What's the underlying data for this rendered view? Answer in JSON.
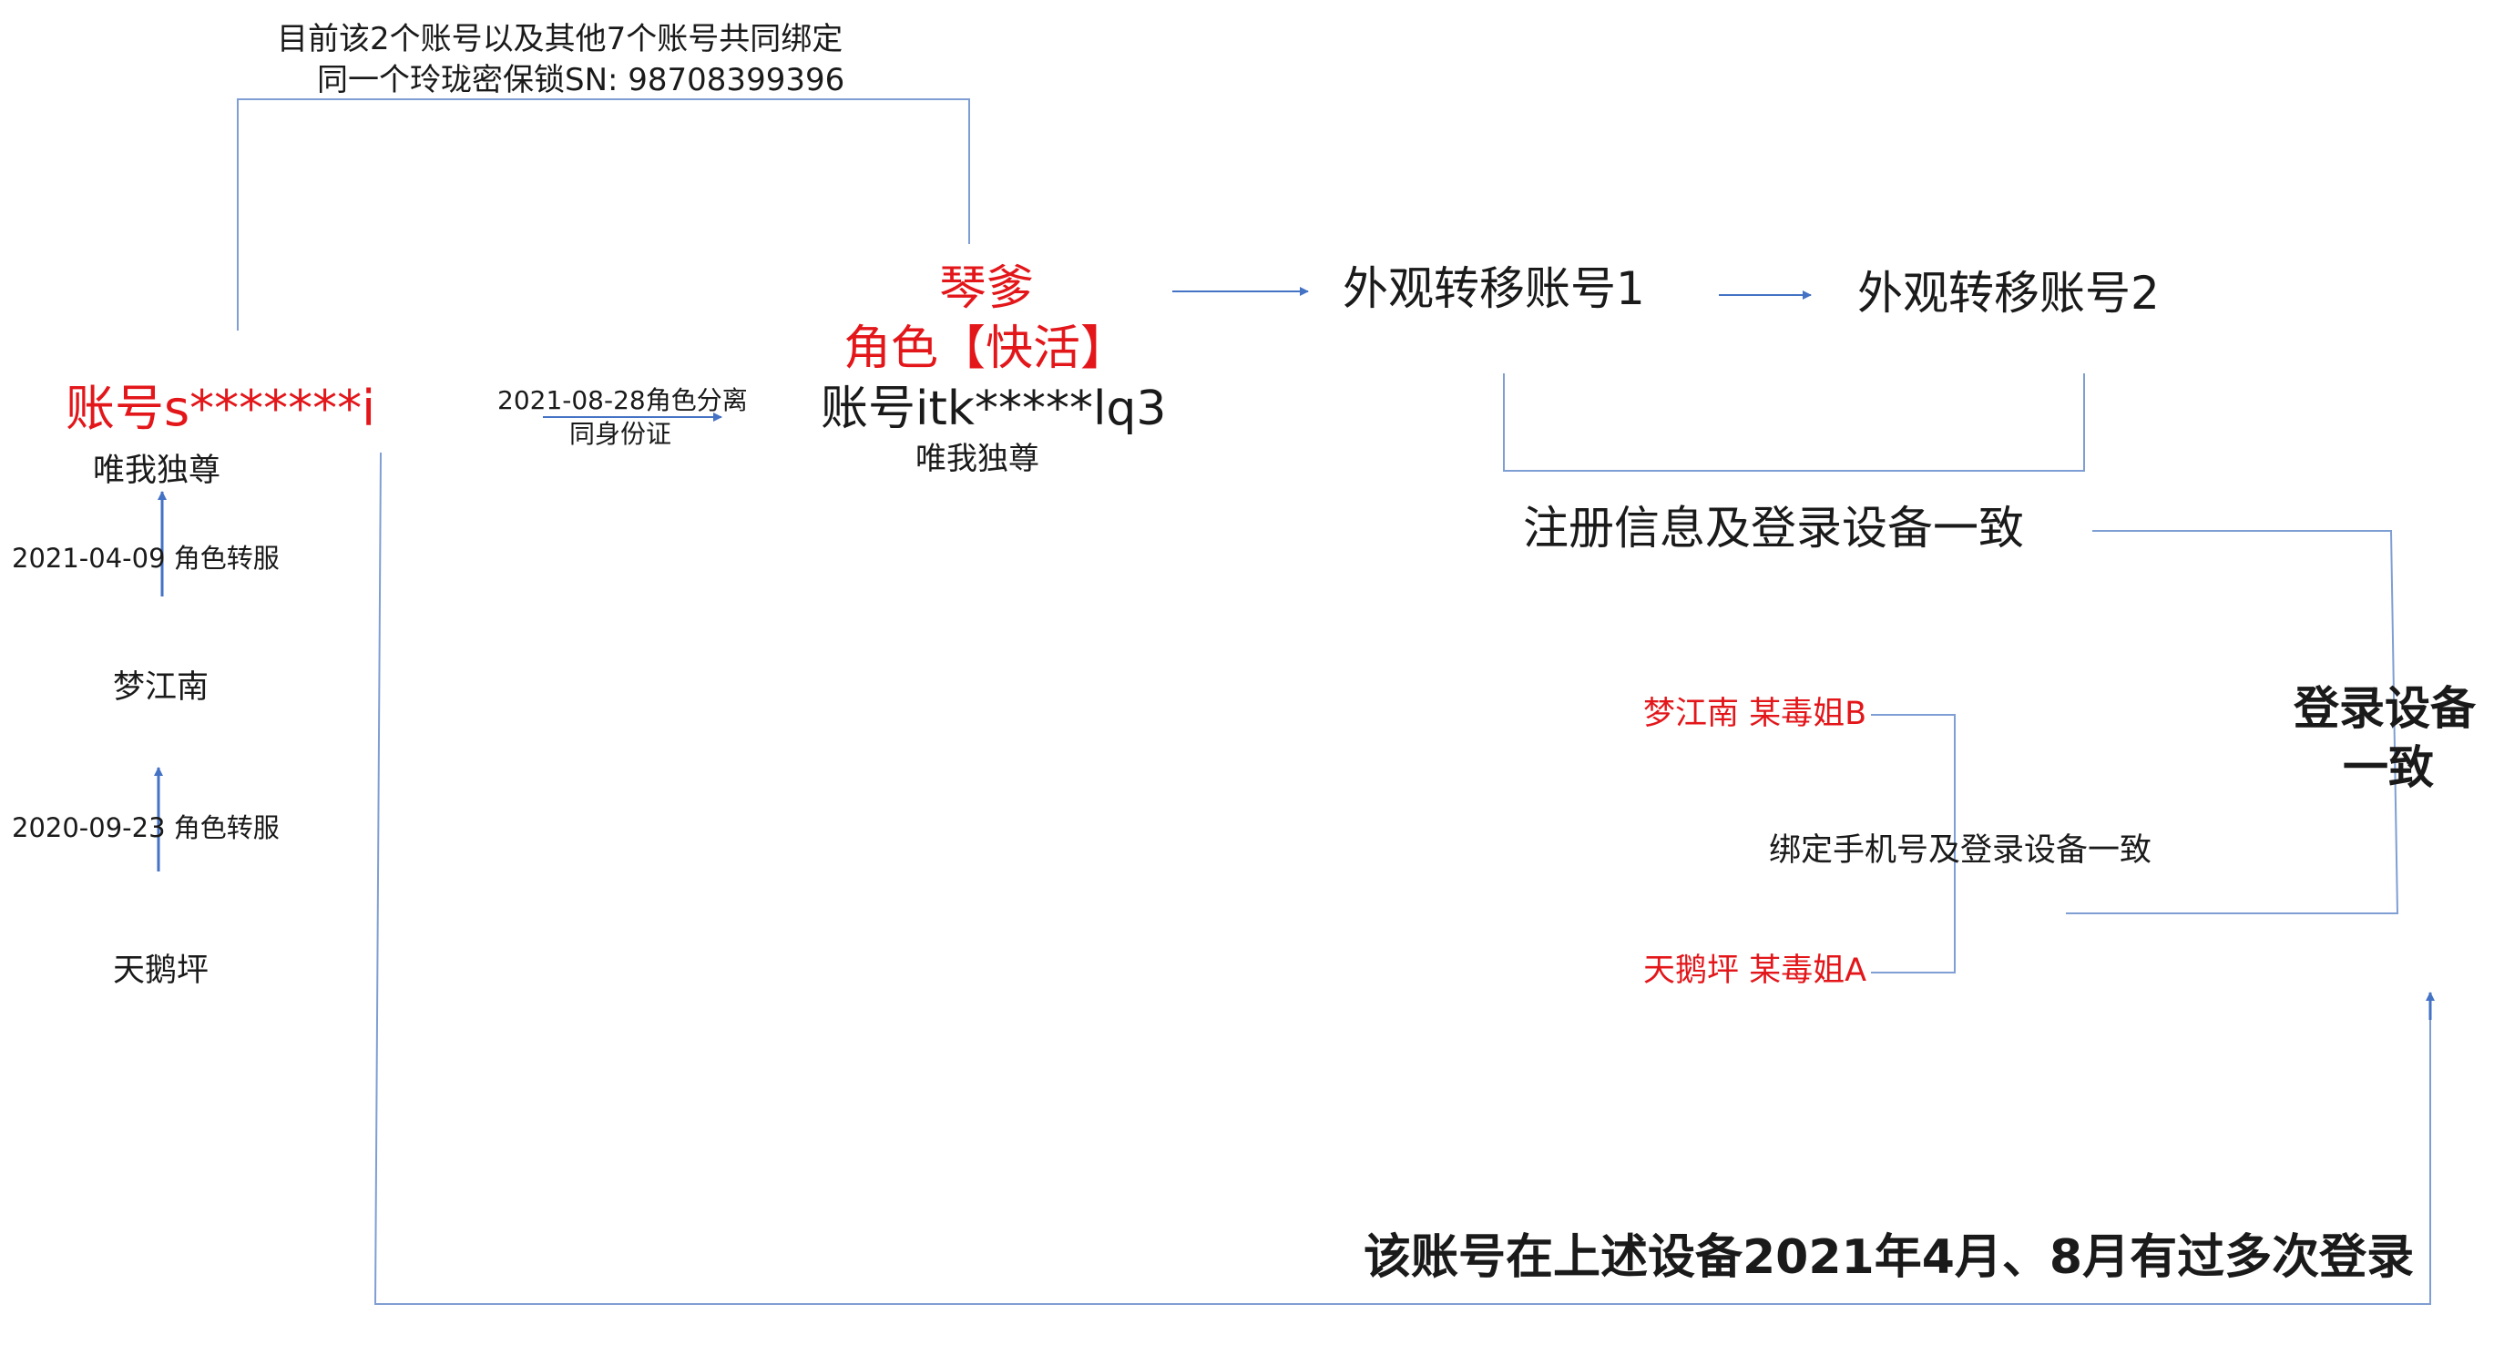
{
  "colors": {
    "connector": "#7f9ed3",
    "arrow": "#4472c4",
    "highlight_text": "#e3161a",
    "text": "#1a1a1a"
  },
  "top_note": {
    "line1": "目前该2个账号以及其他7个账号共同绑定",
    "line2": "同一个玲珑密保锁SN: 98708399396"
  },
  "account_s": {
    "account": "账号s*******i",
    "role": "唯我独尊"
  },
  "transfers": [
    {
      "date": "2021-04-09",
      "label": "角色转服"
    },
    {
      "date": "2020-09-23",
      "label": "角色转服"
    }
  ],
  "servers_left": {
    "middle": "梦江南",
    "bottom": "天鹅坪"
  },
  "split_note": {
    "line1": "2021-08-28角色分离",
    "line2": "同身份证"
  },
  "account_itk": {
    "name": "琴爹",
    "role_label": "角色【快活】",
    "account": "账号itk*****lq3",
    "server": "唯我独尊"
  },
  "appearance_accounts": [
    "外观转移账号1",
    "外观转移账号2"
  ],
  "registration_note": "注册信息及登录设备一致",
  "poison_sisters": {
    "top": "梦江南 某毒姐B",
    "bottom": "天鹅坪 某毒姐A"
  },
  "phone_note": "绑定手机号及登录设备一致",
  "device_note": {
    "line1": "登录设备",
    "line2": "一致"
  },
  "login_note": "该账号在上述设备2021年4月、8月有过多次登录"
}
